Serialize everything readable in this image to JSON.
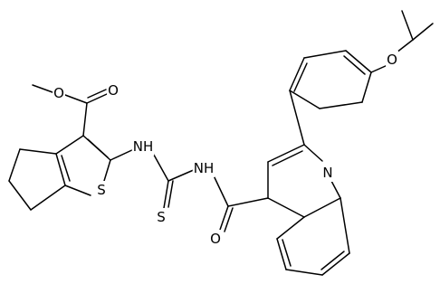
{
  "molecule": {
    "atoms": {
      "ester_o_methyl": "O",
      "ester_o_carbonyl": "O",
      "thiophene_s": "S",
      "amide_nh_1": "NH",
      "amide_nh_2": "NH",
      "thiourea_s": "S",
      "amide_o": "O",
      "quinoline_n": "N",
      "ether_o": "O"
    }
  }
}
